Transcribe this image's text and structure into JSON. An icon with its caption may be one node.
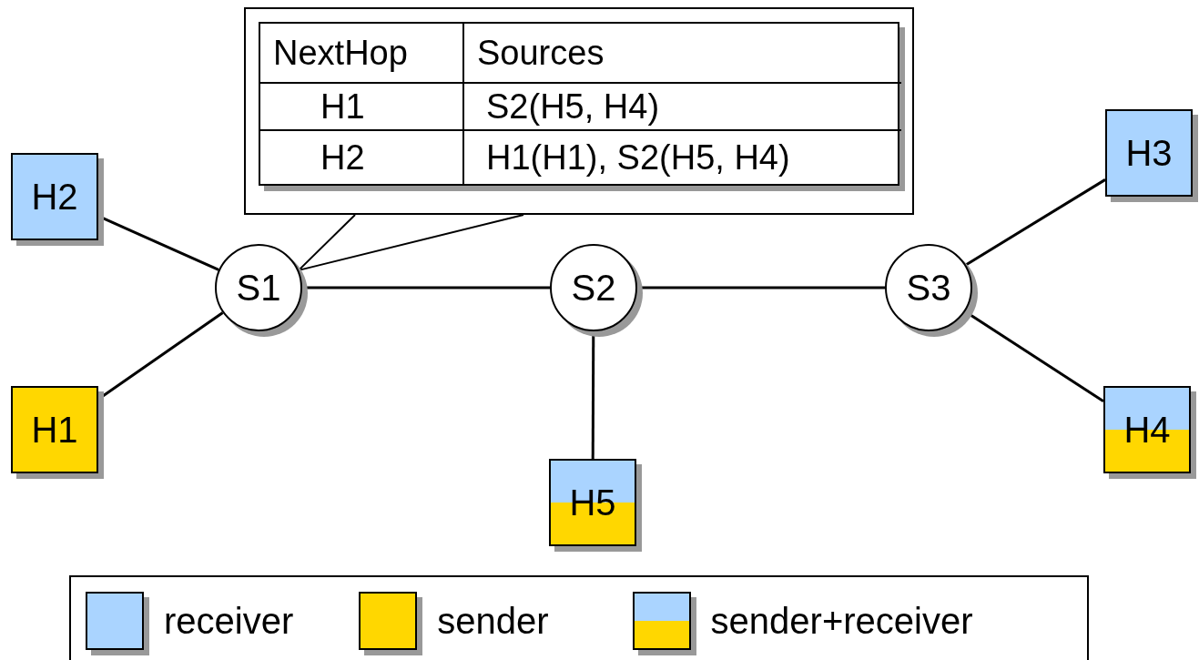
{
  "diagram": {
    "nodes": [
      {
        "text": [],
        "shape": "box"
      },
      {
        "text": [
          "H2"
        ]
      },
      {
        "text": [
          "H1"
        ]
      },
      {
        "text": [
          "S1"
        ]
      },
      {
        "text": [
          "S2"
        ]
      },
      {
        "text": [
          "S3"
        ]
      },
      {
        "text": [
          "H5"
        ]
      },
      {
        "text": [
          "H3"
        ]
      },
      {
        "text": [
          "H4"
        ]
      }
    ],
    "edges": [
      {
        "from": 0,
        "to": 3,
        "arrow": "none"
      },
      {
        "from": 1,
        "to": 3,
        "arrow": "none"
      },
      {
        "from": 2,
        "to": 3,
        "arrow": "none"
      },
      {
        "from": 3,
        "to": 4,
        "arrow": "none"
      },
      {
        "from": 4,
        "to": 5,
        "arrow": "none"
      },
      {
        "from": 4,
        "to": 6,
        "arrow": "none"
      },
      {
        "from": 5,
        "to": 7,
        "arrow": "none"
      },
      {
        "from": 5,
        "to": 8,
        "arrow": "none"
      }
    ],
    "labels": [
      "NextHop",
      "Sources",
      "H1",
      "S2(H5, H4)",
      "H2",
      "H1(H1), S2(H5, H4)"
    ],
    "legend": [
      {
        "text": "receiver",
        "color": "#aad4ff"
      },
      {
        "text": "sender",
        "color": "#ffd700"
      },
      {
        "text": "sender+receiver"
      }
    ]
  }
}
